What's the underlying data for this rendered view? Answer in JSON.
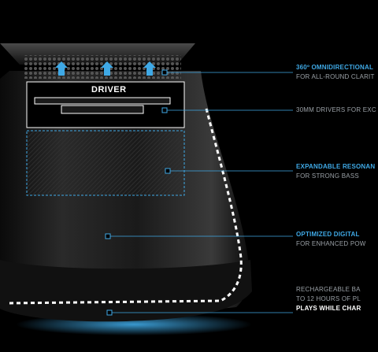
{
  "diagram": {
    "driver_label": "DRIVER",
    "callouts": [
      {
        "lines": [
          {
            "text": "360º OMNIDIRECTIONAL",
            "style": "hl"
          },
          {
            "text": "FOR ALL-ROUND CLARIT",
            "style": "sub"
          }
        ]
      },
      {
        "lines": [
          {
            "text": "30MM DRIVERS FOR EXC",
            "style": "sub"
          }
        ]
      },
      {
        "lines": [
          {
            "text": "EXPANDABLE RESONAN",
            "style": "hl"
          },
          {
            "text": "FOR STRONG BASS",
            "style": "sub"
          }
        ]
      },
      {
        "lines": [
          {
            "text": "OPTIMIZED DIGITAL",
            "style": "hl"
          },
          {
            "text": "FOR ENHANCED POW",
            "style": "sub"
          }
        ]
      },
      {
        "lines": [
          {
            "text": "RECHARGEABLE BA",
            "style": "sub"
          },
          {
            "text": "TO 12 HOURS OF PL",
            "style": "sub"
          },
          {
            "text": "PLAYS WHILE CHAR",
            "style": "wh"
          }
        ]
      }
    ],
    "colors": {
      "accent": "#3fa9e6",
      "body": "#1c1c1c",
      "background": "#000000",
      "dashed_outline": "#ffffff"
    }
  }
}
